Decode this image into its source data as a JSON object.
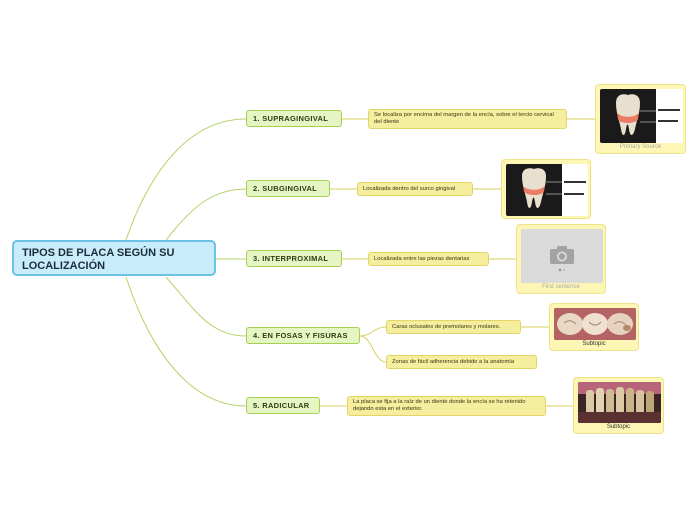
{
  "root": {
    "label": "TIPOS DE PLACA SEGÚN SU LOCALIZACIÓN"
  },
  "branches": [
    {
      "label": "1. SUPRAGINGIVAL"
    },
    {
      "label": "2. SUBGINGIVAL"
    },
    {
      "label": "3. INTERPROXIMAL"
    },
    {
      "label": "4. EN FOSAS Y FISURAS"
    },
    {
      "label": "5. RADICULAR"
    }
  ],
  "notes": [
    {
      "text": "Se localiza por encima del margen de la encía, sobre el tercio cervical del diente"
    },
    {
      "text": "Localizada dentro del surco gingival"
    },
    {
      "text": "Localizada entre las piezas dentarias"
    },
    {
      "text": "Caras oclusales de premolares y molares."
    },
    {
      "text": "Zonas de fácil adherencia debido a la anatomía"
    },
    {
      "text": "La placa se fija a la raíz de un diente donde la encía se ha retenido dejando esta en el exterior."
    }
  ],
  "cards": [
    {
      "caption": "Primary Source"
    },
    {
      "caption": ""
    },
    {
      "caption": "First sentence"
    },
    {
      "caption": "Subtopic"
    },
    {
      "caption": "Subtopic"
    }
  ],
  "colors": {
    "connector": "#a9cf5c",
    "root_fill": "#c8ecfb",
    "root_border": "#6cc3e6",
    "branch_fill": "#e6f5c4",
    "leaf_fill": "#f5ee9f",
    "card_fill": "#fdf6b4"
  }
}
